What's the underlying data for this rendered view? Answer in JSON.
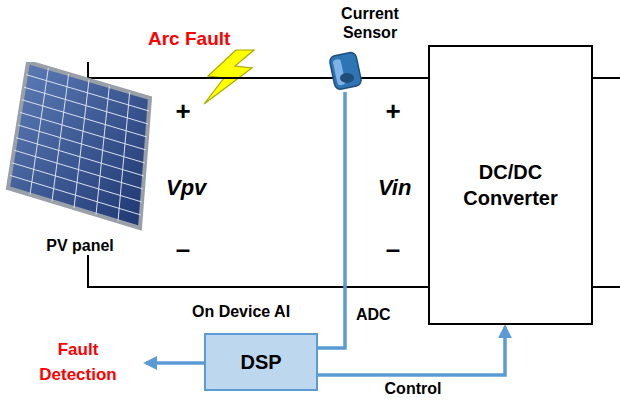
{
  "diagram": {
    "nodes": [
      {
        "text": [
          "PV panel"
        ]
      },
      {
        "text": [
          "Current Sensor"
        ]
      },
      {
        "text": [
          "DC/DC Converter"
        ]
      },
      {
        "text": [
          "DSP"
        ]
      }
    ],
    "edges": [
      {
        "from": 0,
        "to": 2,
        "arrow": "none"
      },
      {
        "from": 0,
        "to": 2,
        "arrow": "none"
      },
      {
        "from": 1,
        "to": 3,
        "arrow": "none",
        "label": "ADC"
      },
      {
        "from": 3,
        "to": 2,
        "arrow": "to",
        "label": "Control"
      }
    ],
    "labels": [
      "Arc Fault",
      "+",
      "Vpv",
      "–",
      "+",
      "Vin",
      "–",
      "On Device AI",
      "Fault Detection"
    ]
  }
}
